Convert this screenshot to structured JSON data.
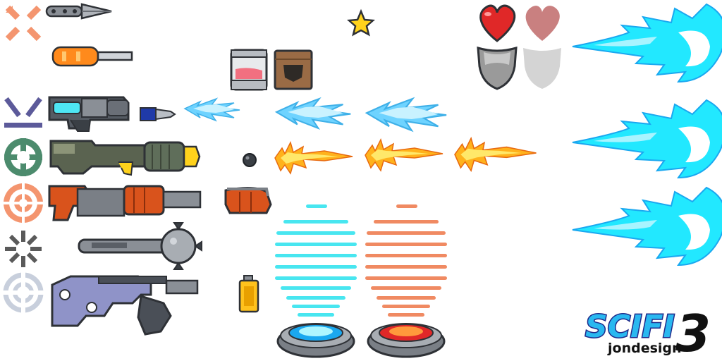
{
  "sprite_sheet": {
    "background": "#ffffff",
    "crosshair_icons": [
      {
        "name": "crosshair-orange-corners",
        "color": "#f4956f"
      },
      {
        "name": "crosshair-navy-burst",
        "color": "#5c5a9a"
      },
      {
        "name": "crosshair-green-circle",
        "color": "#4c8b6d"
      },
      {
        "name": "crosshair-orange-rings",
        "color": "#f4956f"
      },
      {
        "name": "crosshair-gray-spokes",
        "color": "#5a5a5a"
      },
      {
        "name": "crosshair-light-rings",
        "color": "#c8cfdc"
      }
    ],
    "weapons": [
      {
        "name": "kunai-knife",
        "colors": [
          "#8a8f96",
          "#444a50"
        ]
      },
      {
        "name": "screwdriver",
        "colors": [
          "#ff8a1c",
          "#cfd3d8"
        ]
      },
      {
        "name": "blaster-rifle",
        "colors": [
          "#555b63",
          "#4ee6f4"
        ]
      },
      {
        "name": "rocket-launcher",
        "colors": [
          "#5a6350",
          "#ffd21c"
        ]
      },
      {
        "name": "flamethrower",
        "colors": [
          "#d9531c",
          "#7a7f86"
        ]
      },
      {
        "name": "spiked-mace",
        "colors": [
          "#8a8f96",
          "#3a3f45"
        ]
      },
      {
        "name": "sniper-rifle",
        "colors": [
          "#8f93c8",
          "#4a4f57"
        ]
      }
    ],
    "projectiles": [
      {
        "name": "blue-bullet"
      },
      {
        "name": "cannonball"
      },
      {
        "name": "grenade-canister"
      },
      {
        "name": "battery-cell"
      }
    ],
    "pickups": [
      {
        "name": "star"
      },
      {
        "name": "health-jar"
      },
      {
        "name": "cardboard-box"
      }
    ],
    "hud": [
      {
        "name": "heart-full",
        "color": "#e02828"
      },
      {
        "name": "heart-empty",
        "color": "#c98080"
      },
      {
        "name": "shield-full",
        "color": "#9a9a9a"
      },
      {
        "name": "shield-empty",
        "color": "#d4d4d4"
      }
    ],
    "effects": {
      "blue_blasts": 3,
      "fire_blasts": 3,
      "energy_swooshes": 3,
      "teleporters": [
        {
          "name": "teleporter-blue",
          "beam_color": "#48e6f0"
        },
        {
          "name": "teleporter-red",
          "beam_color": "#f08a62"
        }
      ]
    },
    "logo": {
      "word": "SCIFI",
      "number": "3",
      "author": "jondesign"
    }
  }
}
